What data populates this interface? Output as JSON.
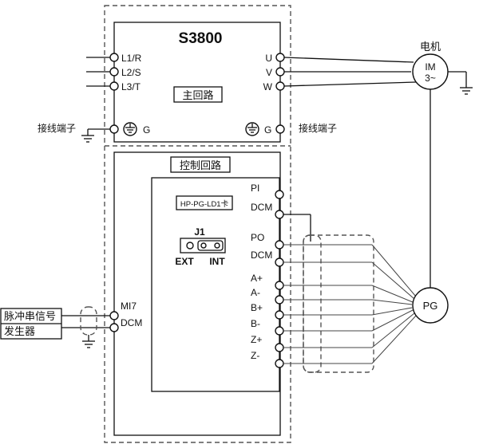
{
  "diagram": {
    "title": "S3800",
    "main_circuit_label": "主回路",
    "control_circuit_label": "控制回路",
    "card_label": "HP-PG-LD1卡",
    "power_inputs": [
      "L1/R",
      "L2/S",
      "L3/T"
    ],
    "motor_outputs": [
      "U",
      "V",
      "W"
    ],
    "ground_left": {
      "label": "接线端子",
      "terminal": "G"
    },
    "ground_right": {
      "label": "接线端子",
      "terminal": "G"
    },
    "motor": {
      "caption": "电机",
      "line1": "IM",
      "line2": "3~"
    },
    "encoder": {
      "label": "PG"
    },
    "jumper": {
      "name": "J1",
      "left": "EXT",
      "right": "INT"
    },
    "pg_terminals": [
      "PI",
      "DCM",
      "PO",
      "DCM",
      "A+",
      "A-",
      "B+",
      "B-",
      "Z+",
      "Z-"
    ],
    "pulse_generator": {
      "line1": "脉冲串信号",
      "line2": "发生器"
    },
    "pulse_terminals": [
      "MI7",
      "DCM"
    ]
  }
}
